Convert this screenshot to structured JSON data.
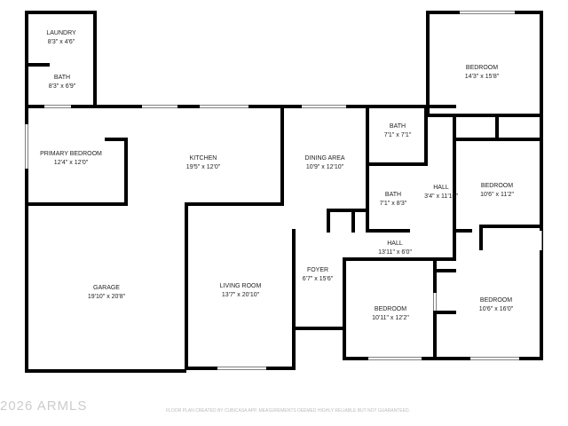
{
  "rooms": [
    {
      "name": "LAUNDRY",
      "dims": "8'3\" x 4'6\""
    },
    {
      "name": "BATH",
      "dims": "8'3\" x 6'9\""
    },
    {
      "name": "PRIMARY BEDROOM",
      "dims": "12'4\" x 12'0\""
    },
    {
      "name": "KITCHEN",
      "dims": "19'5\" x 12'0\""
    },
    {
      "name": "DINING AREA",
      "dims": "10'9\" x 12'10\""
    },
    {
      "name": "BATH",
      "dims": "7'1\" x 7'1\""
    },
    {
      "name": "BEDROOM",
      "dims": "14'3\" x 15'8\""
    },
    {
      "name": "BEDROOM",
      "dims": "10'6\" x 11'2\""
    },
    {
      "name": "HALL",
      "dims": "3'4\" x 11'10\""
    },
    {
      "name": "BATH",
      "dims": "7'1\" x 8'3\""
    },
    {
      "name": "HALL",
      "dims": "13'11\" x 6'0\""
    },
    {
      "name": "GARAGE",
      "dims": "19'10\" x 20'8\""
    },
    {
      "name": "LIVING ROOM",
      "dims": "13'7\" x 20'10\""
    },
    {
      "name": "FOYER",
      "dims": "6'7\" x 15'6\""
    },
    {
      "name": "BEDROOM",
      "dims": "10'11\" x 12'2\""
    },
    {
      "name": "BEDROOM",
      "dims": "10'6\" x 16'0\""
    }
  ],
  "watermark": "2026 ARMLS",
  "disclaimer": "FLOOR PLAN CREATED BY CUBICASA APP. MEASUREMENTS DEEMED HIGHLY RELIABLE BUT NOT GUARANTEED."
}
